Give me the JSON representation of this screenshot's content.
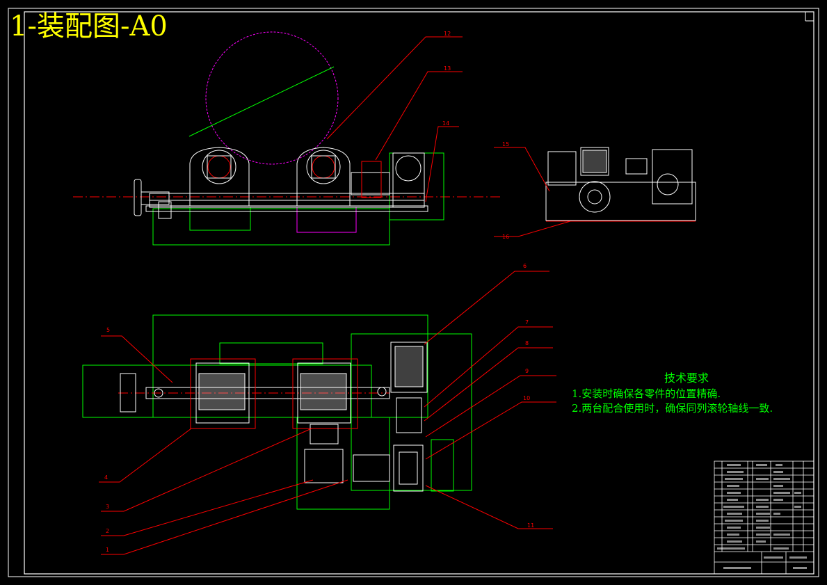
{
  "drawing": {
    "title": "1-装配图-A0",
    "tech_requirements": {
      "heading": "技术要求",
      "items": [
        "1.安装时确保各零件的位置精确.",
        "2.两台配合使用时，确保同列滚轮轴线一致."
      ]
    },
    "balloons": [
      "12",
      "13",
      "14",
      "15",
      "16",
      "6",
      "5",
      "7",
      "8",
      "9",
      "10",
      "4",
      "3",
      "2",
      "1",
      "11"
    ],
    "colors": {
      "background": "#000000",
      "frame": "#ffffff",
      "title": "#ffff00",
      "leader": "#ff0000",
      "outline": "#ffffff",
      "aux": "#00ff00",
      "roller_circle": "#ff00ff"
    }
  }
}
